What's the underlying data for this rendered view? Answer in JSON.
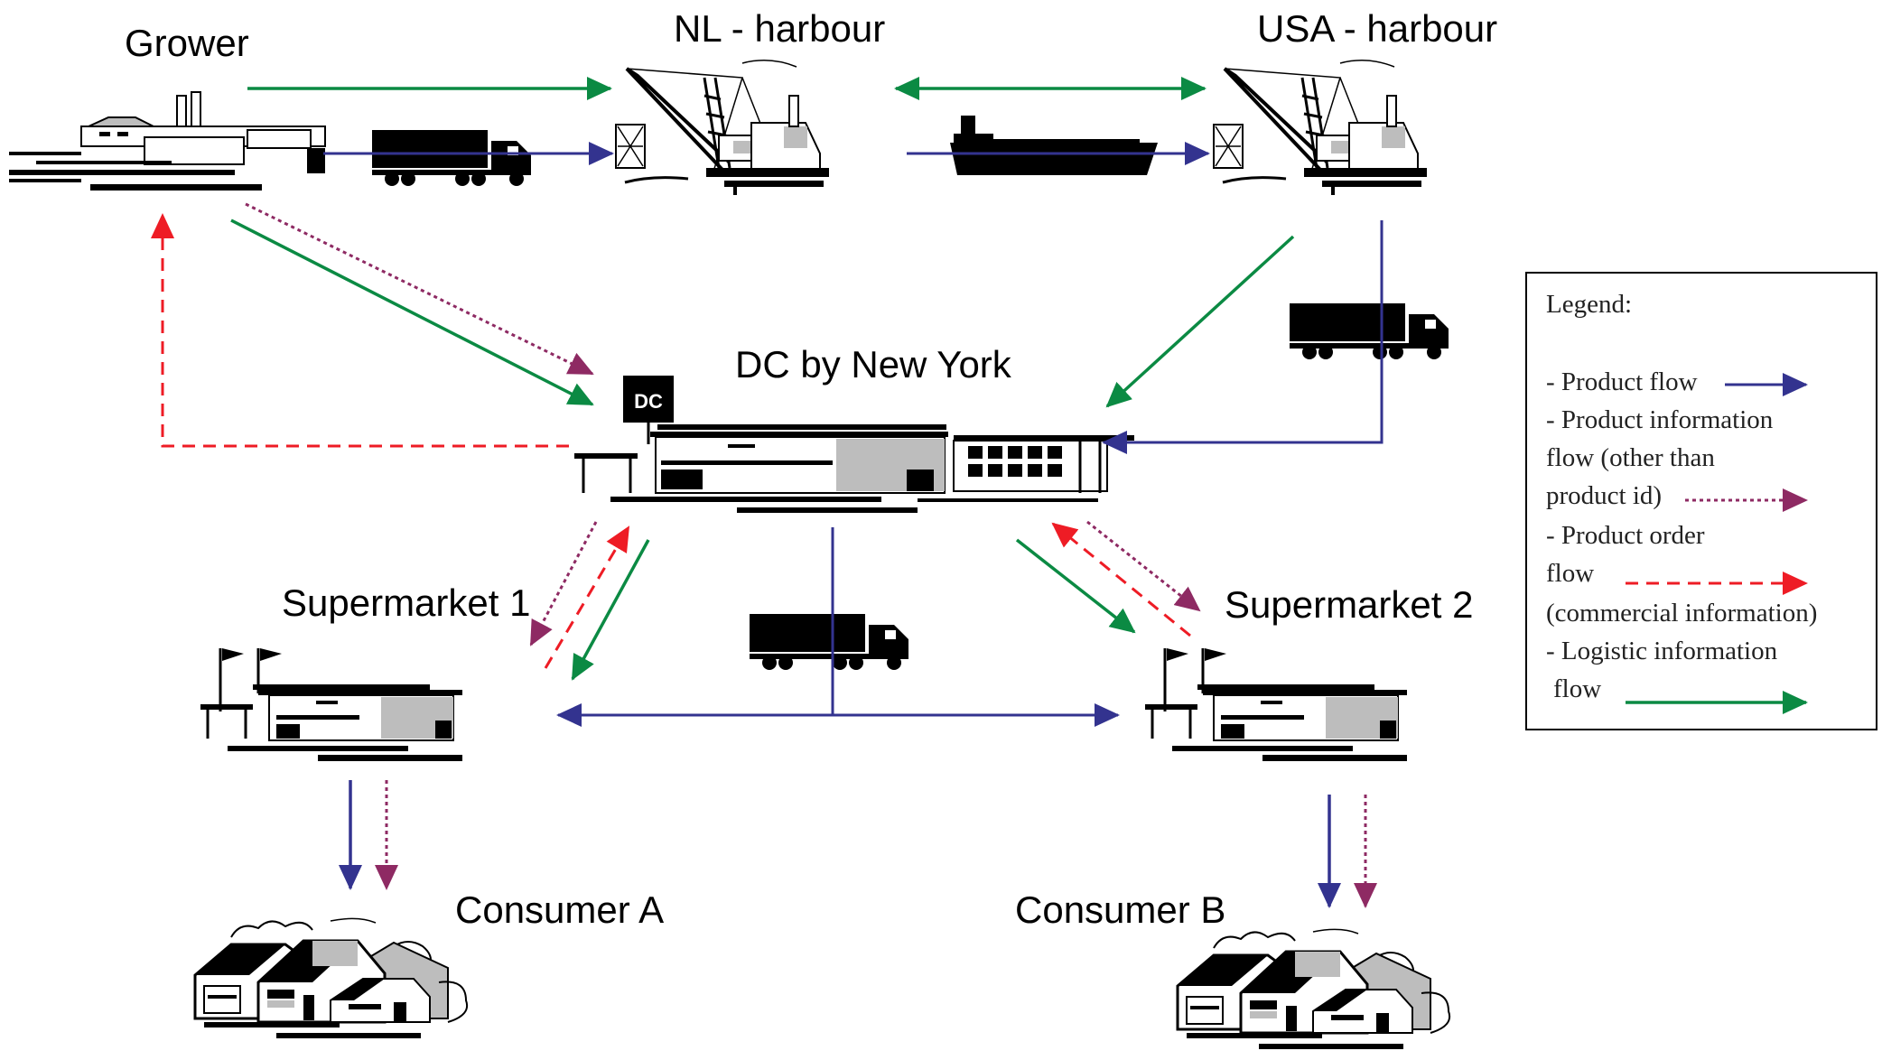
{
  "colors": {
    "product_flow": "#33338f",
    "product_information_flow": "#8e2a63",
    "product_order_flow": "#ee1c25",
    "logistic_information_flow": "#0b8a43"
  },
  "nodes": {
    "grower": "Grower",
    "nl_harbour": "NL - harbour",
    "usa_harbour": "USA - harbour",
    "dc": "DC by New York",
    "supermarket_1": "Supermarket 1",
    "supermarket_2": "Supermarket 2",
    "consumer_a": "Consumer A",
    "consumer_b": "Consumer B"
  },
  "icons": {
    "grower": "ship-icon",
    "harbour": "crane-icon",
    "truck": "truck-icon",
    "vessel": "cargo-ship-icon",
    "dc": "warehouse-icon",
    "dc_sign": "DC",
    "supermarket": "store-icon",
    "consumer": "houses-icon"
  },
  "legend": {
    "title": "Legend:",
    "l1": "- Product flow",
    "l2": "- Product information",
    "l3": "flow (other than",
    "l4": "product id)",
    "l5": "- Product order",
    "l6": "flow",
    "l7": "(commercial information)",
    "l8": "- Logistic information",
    "l9": "flow"
  }
}
